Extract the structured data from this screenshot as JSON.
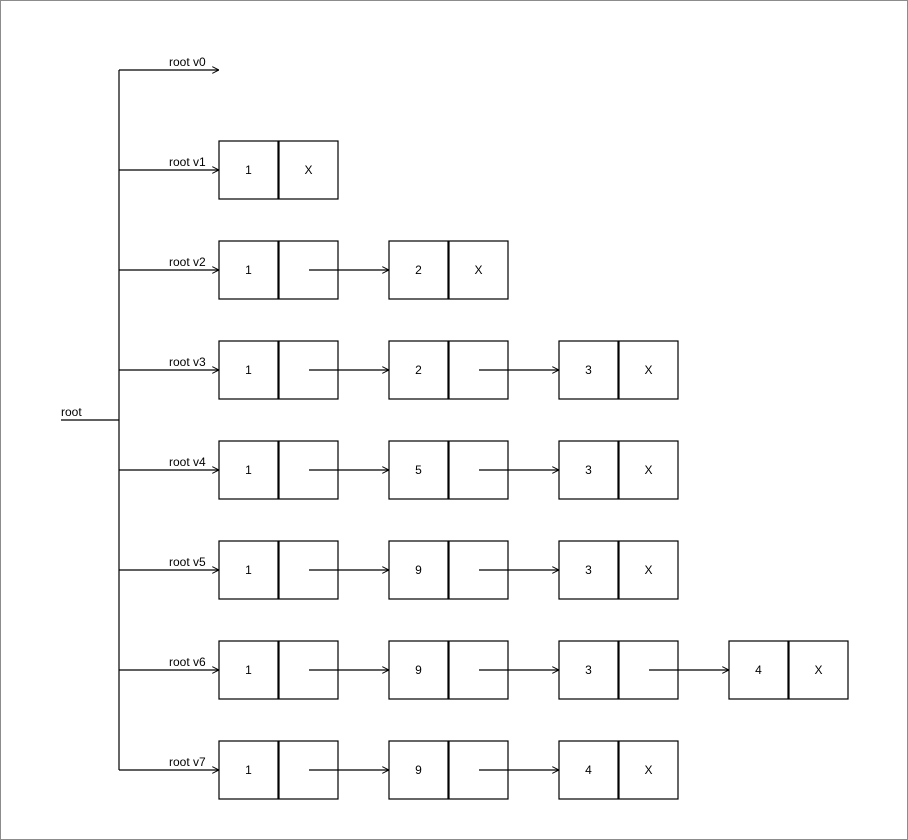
{
  "root_label": "root",
  "terminator": "X",
  "versions": [
    {
      "label": "root v0",
      "nodes": []
    },
    {
      "label": "root v1",
      "nodes": [
        "1"
      ]
    },
    {
      "label": "root v2",
      "nodes": [
        "1",
        "2"
      ]
    },
    {
      "label": "root v3",
      "nodes": [
        "1",
        "2",
        "3"
      ]
    },
    {
      "label": "root v4",
      "nodes": [
        "1",
        "5",
        "3"
      ]
    },
    {
      "label": "root v5",
      "nodes": [
        "1",
        "9",
        "3"
      ]
    },
    {
      "label": "root v6",
      "nodes": [
        "1",
        "9",
        "3",
        "4"
      ]
    },
    {
      "label": "root v7",
      "nodes": [
        "1",
        "9",
        "4"
      ]
    }
  ]
}
